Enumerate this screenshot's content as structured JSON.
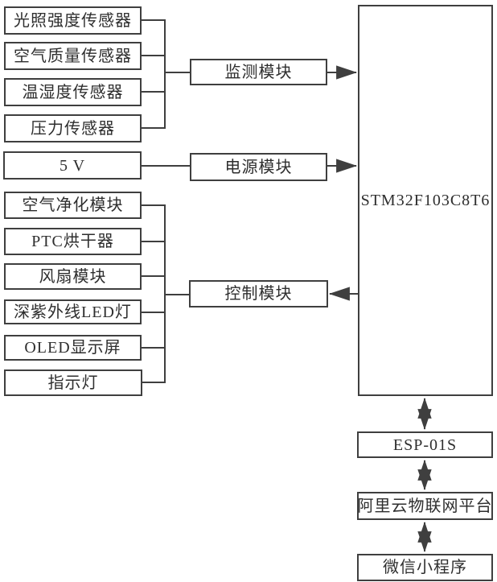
{
  "diagram": {
    "type": "block-diagram",
    "colors": {
      "line": "#3f3f3f",
      "text": "#2e2e2e",
      "background": "#ffffff"
    },
    "nodes": {
      "light_sensor": "光照强度传感器",
      "air_quality_sensor": "空气质量传感器",
      "temp_humidity_sensor": "温湿度传感器",
      "pressure_sensor": "压力传感器",
      "power_5v": "5 V",
      "air_purifier": "空气净化模块",
      "ptc_dryer": "PTC烘干器",
      "fan_module": "风扇模块",
      "uv_led": "深紫外线LED灯",
      "oled_display": "OLED显示屏",
      "indicator_light": "指示灯",
      "monitor_module": "监测模块",
      "power_module": "电源模块",
      "control_module": "控制模块",
      "mcu": "STM32F103C8T6",
      "wifi_module": "ESP-01S",
      "cloud_platform": "阿里云物联网平台",
      "mini_program": "微信小程序"
    },
    "connections": [
      {
        "from": "光照强度传感器",
        "to": "监测模块",
        "arrow": "none"
      },
      {
        "from": "空气质量传感器",
        "to": "监测模块",
        "arrow": "none"
      },
      {
        "from": "温湿度传感器",
        "to": "监测模块",
        "arrow": "none"
      },
      {
        "from": "压力传感器",
        "to": "监测模块",
        "arrow": "none"
      },
      {
        "from": "监测模块",
        "to": "STM32F103C8T6",
        "arrow": "forward"
      },
      {
        "from": "5 V",
        "to": "电源模块",
        "arrow": "none"
      },
      {
        "from": "电源模块",
        "to": "STM32F103C8T6",
        "arrow": "forward"
      },
      {
        "from": "STM32F103C8T6",
        "to": "控制模块",
        "arrow": "forward"
      },
      {
        "from": "控制模块",
        "to": "空气净化模块",
        "arrow": "none"
      },
      {
        "from": "控制模块",
        "to": "PTC烘干器",
        "arrow": "none"
      },
      {
        "from": "控制模块",
        "to": "风扇模块",
        "arrow": "none"
      },
      {
        "from": "控制模块",
        "to": "深紫外线LED灯",
        "arrow": "none"
      },
      {
        "from": "控制模块",
        "to": "OLED显示屏",
        "arrow": "none"
      },
      {
        "from": "控制模块",
        "to": "指示灯",
        "arrow": "none"
      },
      {
        "from": "STM32F103C8T6",
        "to": "ESP-01S",
        "arrow": "both"
      },
      {
        "from": "ESP-01S",
        "to": "阿里云物联网平台",
        "arrow": "both"
      },
      {
        "from": "阿里云物联网平台",
        "to": "微信小程序",
        "arrow": "both"
      }
    ]
  }
}
